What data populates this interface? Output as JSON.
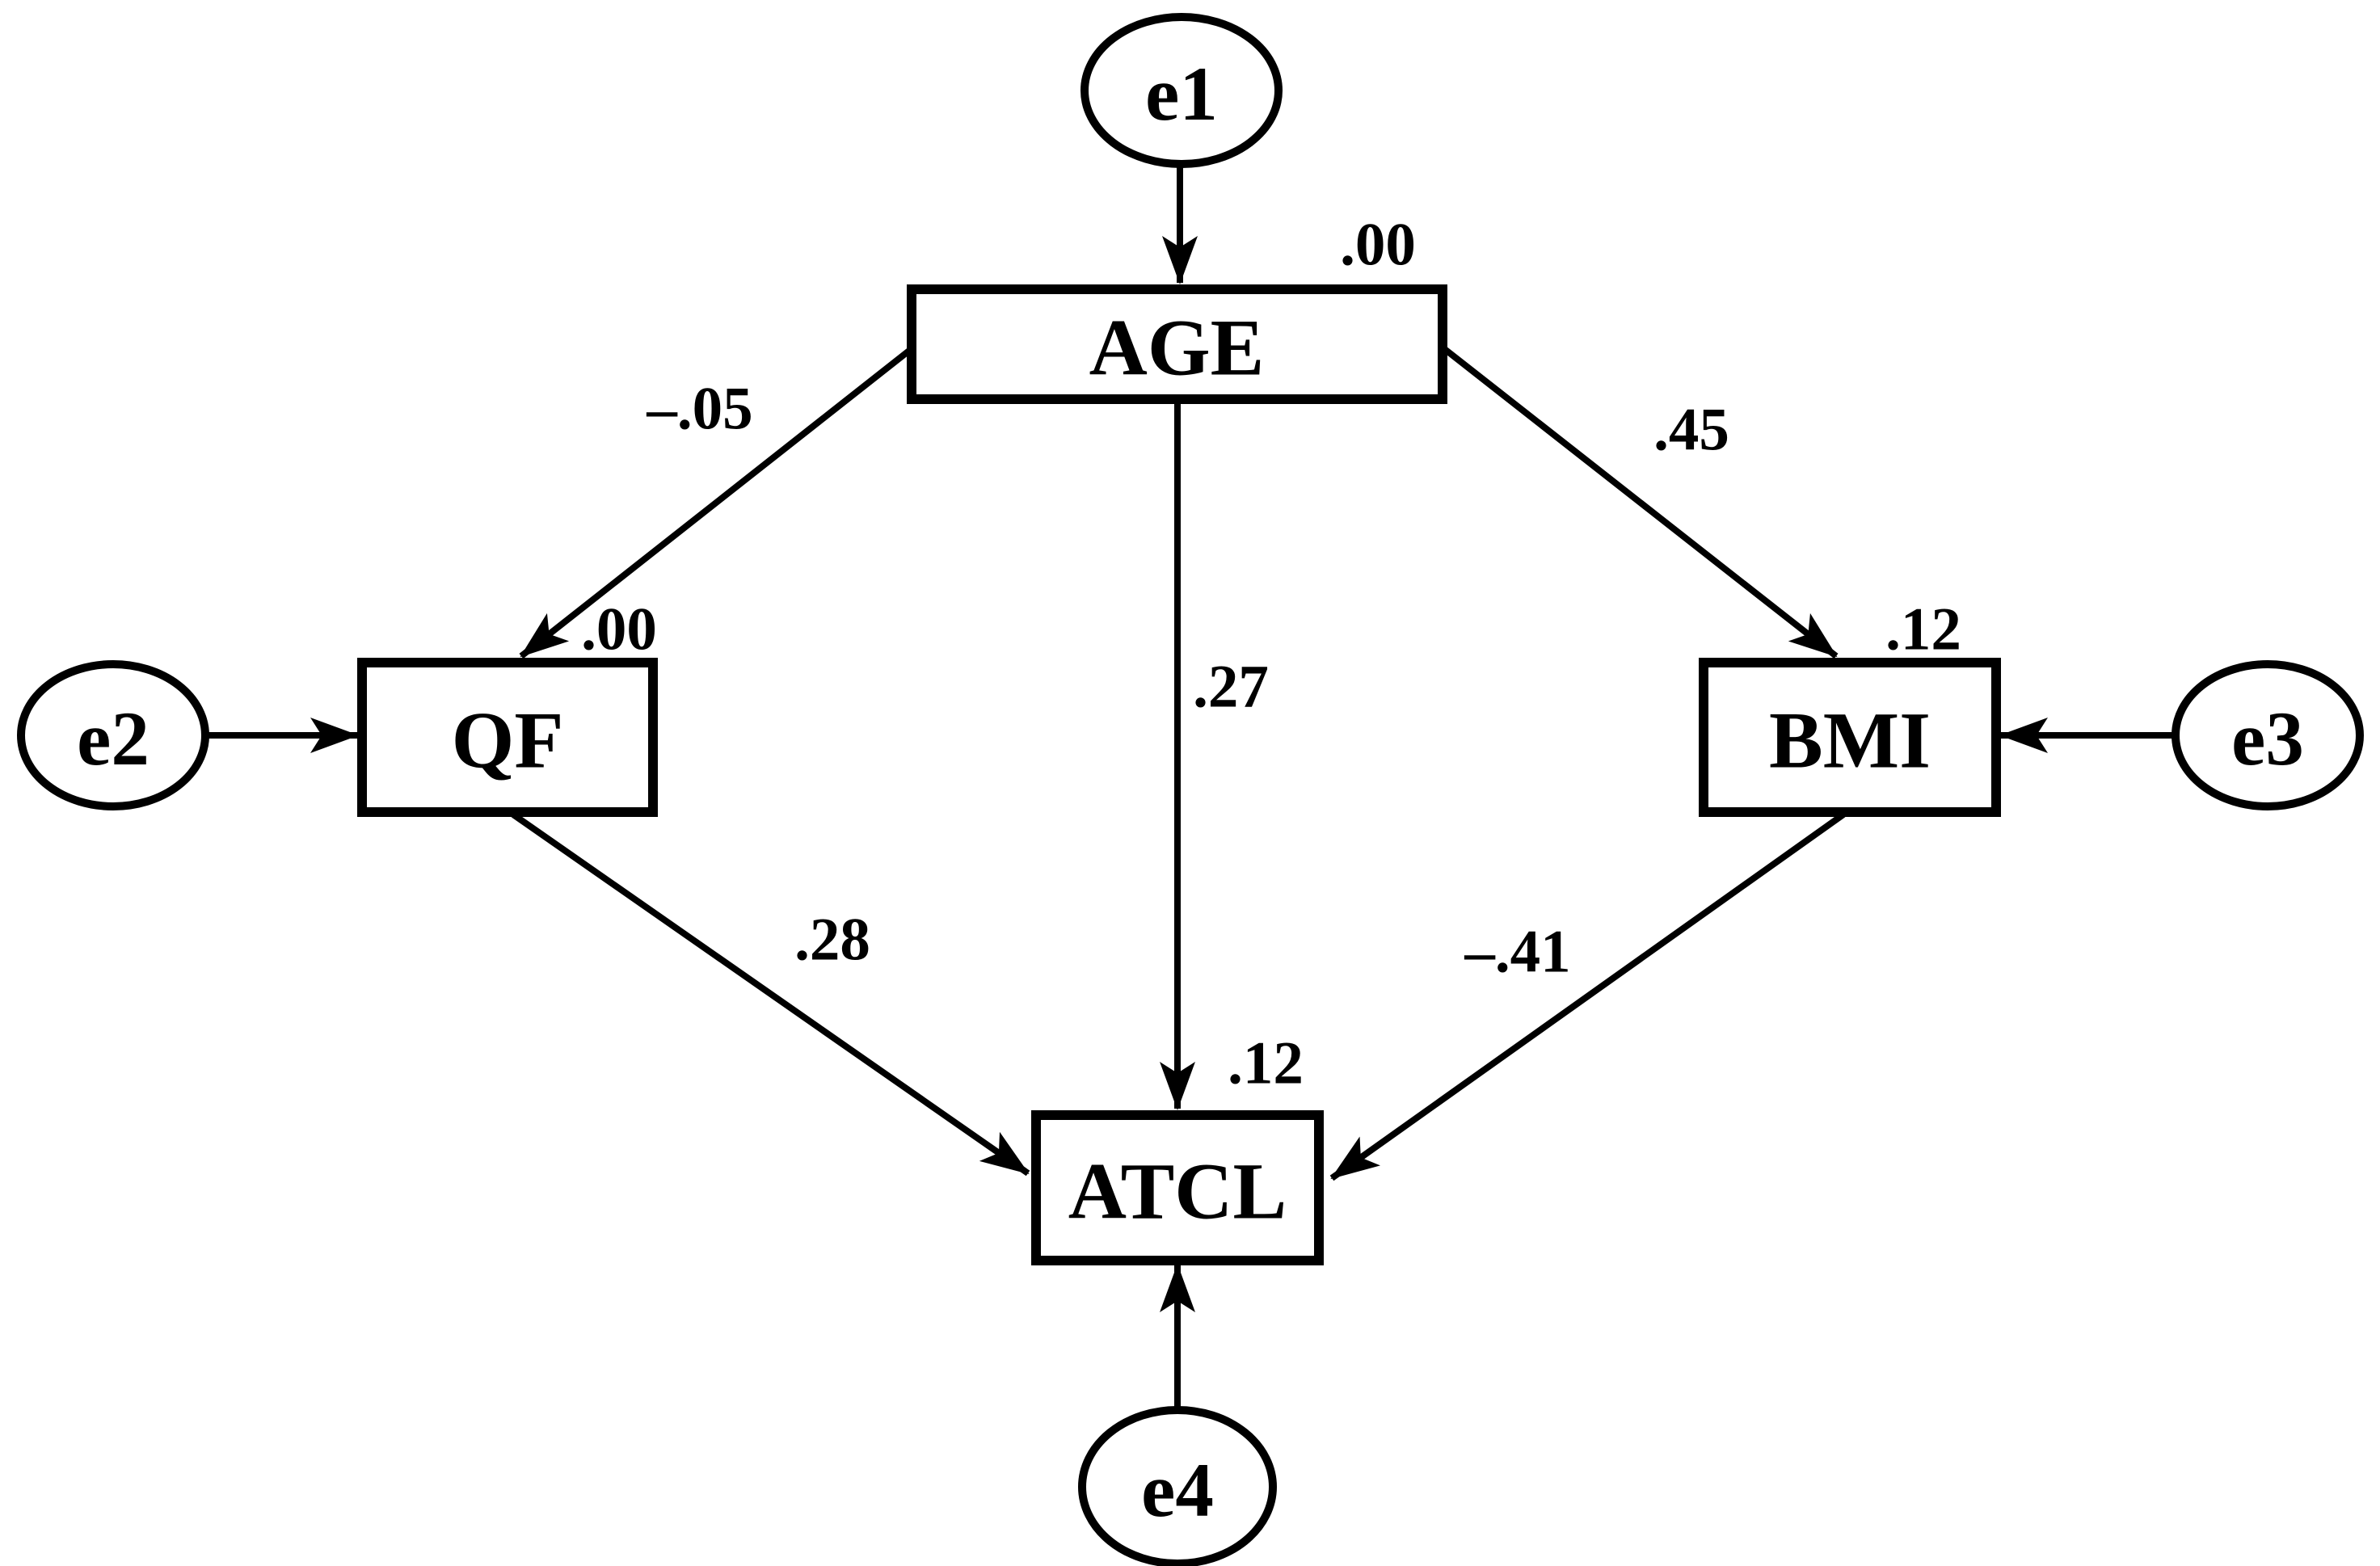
{
  "figure": {
    "type": "sem-path-diagram",
    "background_color": "#ffffff",
    "line_color": "#000000",
    "text_color": "#000000"
  },
  "nodes": {
    "age": {
      "label": "AGE",
      "shape": "rectangle",
      "variance": ".00"
    },
    "qf": {
      "label": "QF",
      "shape": "rectangle",
      "variance": ".00"
    },
    "bmi": {
      "label": "BMI",
      "shape": "rectangle",
      "variance": ".12"
    },
    "atcl": {
      "label": "ATCL",
      "shape": "rectangle",
      "variance": ".12"
    },
    "e1": {
      "label": "e1",
      "shape": "ellipse"
    },
    "e2": {
      "label": "e2",
      "shape": "ellipse"
    },
    "e3": {
      "label": "e3",
      "shape": "ellipse"
    },
    "e4": {
      "label": "e4",
      "shape": "ellipse"
    }
  },
  "paths": {
    "age_to_qf": {
      "from": "AGE",
      "to": "QF",
      "coefficient": "–.05"
    },
    "age_to_bmi": {
      "from": "AGE",
      "to": "BMI",
      "coefficient": ".45"
    },
    "age_to_atcl": {
      "from": "AGE",
      "to": "ATCL",
      "coefficient": ".27"
    },
    "qf_to_atcl": {
      "from": "QF",
      "to": "ATCL",
      "coefficient": ".28"
    },
    "bmi_to_atcl": {
      "from": "BMI",
      "to": "ATCL",
      "coefficient": "–.41"
    },
    "e1_to_age": {
      "from": "e1",
      "to": "AGE"
    },
    "e2_to_qf": {
      "from": "e2",
      "to": "QF"
    },
    "e3_to_bmi": {
      "from": "e3",
      "to": "BMI"
    },
    "e4_to_atcl": {
      "from": "e4",
      "to": "ATCL"
    }
  }
}
